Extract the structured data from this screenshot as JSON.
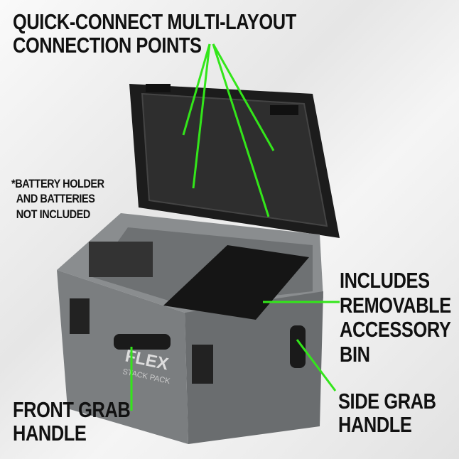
{
  "callouts": {
    "connection_points": [
      "QUICK-CONNECT MULTI-LAYOUT",
      "CONNECTION POINTS"
    ],
    "battery_note": [
      "*BATTERY HOLDER",
      "AND BATTERIES",
      "NOT INCLUDED"
    ],
    "accessory_bin": [
      "INCLUDES",
      "REMOVABLE",
      "ACCESSORY",
      "BIN"
    ],
    "front_handle": [
      "FRONT GRAB",
      "HANDLE"
    ],
    "side_handle": [
      "SIDE GRAB",
      "HANDLE"
    ]
  },
  "product": {
    "brand": "FLEX",
    "line": "STACK PACK"
  },
  "colors": {
    "callout_line": "#33e61a",
    "case_gray": "#7b7e80",
    "lid_black": "#1c1c1c"
  }
}
